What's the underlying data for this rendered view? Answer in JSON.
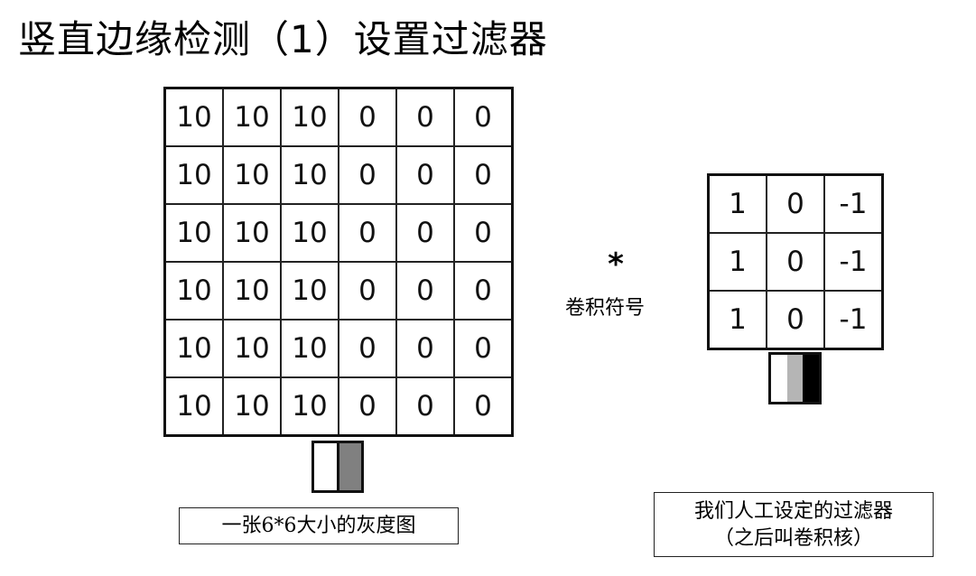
{
  "title": "竖直边缘检测（1）设置过滤器",
  "image_matrix": {
    "rows": [
      [
        "10",
        "10",
        "10",
        "0",
        "0",
        "0"
      ],
      [
        "10",
        "10",
        "10",
        "0",
        "0",
        "0"
      ],
      [
        "10",
        "10",
        "10",
        "0",
        "0",
        "0"
      ],
      [
        "10",
        "10",
        "10",
        "0",
        "0",
        "0"
      ],
      [
        "10",
        "10",
        "10",
        "0",
        "0",
        "0"
      ],
      [
        "10",
        "10",
        "10",
        "0",
        "0",
        "0"
      ]
    ],
    "swatch_colors": [
      "#ffffff",
      "#808080"
    ],
    "caption": "一张6*6大小的灰度图"
  },
  "operator": {
    "symbol": "*",
    "label": "卷积符号"
  },
  "filter_matrix": {
    "rows": [
      [
        "1",
        "0",
        "-1"
      ],
      [
        "1",
        "0",
        "-1"
      ],
      [
        "1",
        "0",
        "-1"
      ]
    ],
    "swatch_colors": [
      "#ffffff",
      "#b5b5b5",
      "#000000"
    ],
    "caption_line1": "我们人工设定的过滤器",
    "caption_line2": "（之后叫卷积核）"
  }
}
